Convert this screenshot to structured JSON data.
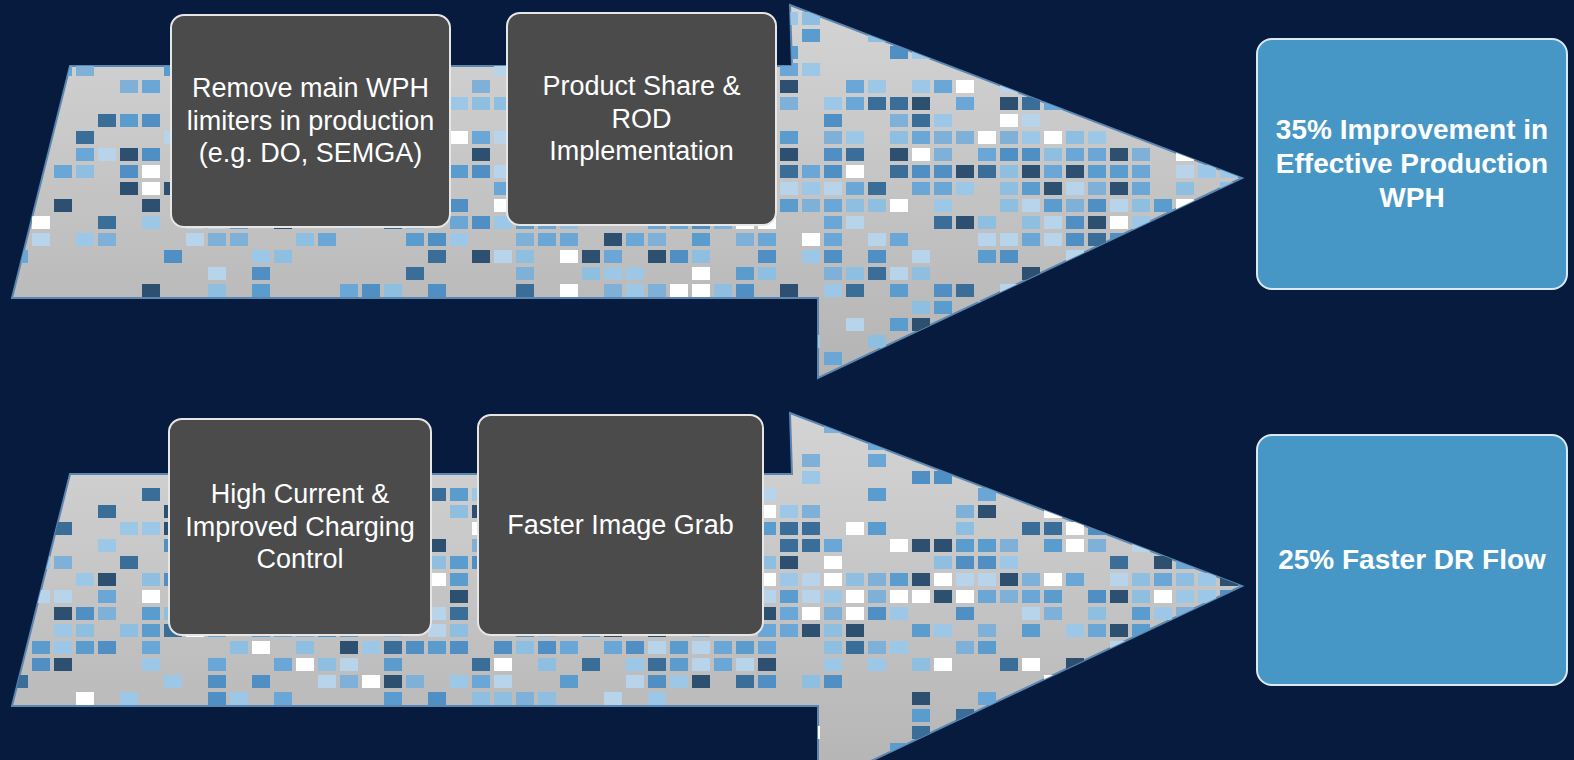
{
  "diagram": {
    "nodes": [
      {
        "text": [
          "Remove main WPH limiters in production (e.g. DO, SEMGA)"
        ]
      },
      {
        "text": [
          "Product Share & ROD Implementation"
        ]
      },
      {
        "text": [
          "35% Improvement in Effective Production WPH"
        ]
      },
      {
        "text": [
          "High Current & Improved Charging Control"
        ]
      },
      {
        "text": [
          "Faster Image Grab"
        ]
      },
      {
        "text": [
          "25% Faster DR Flow"
        ]
      }
    ]
  }
}
